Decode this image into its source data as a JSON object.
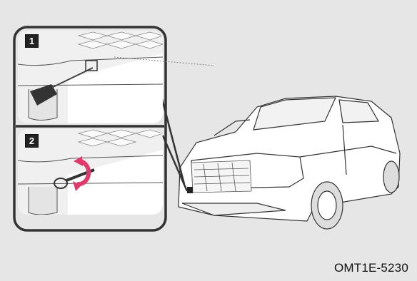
{
  "figure": {
    "steps": [
      {
        "number": "1",
        "icon": "screwdriver-pry-cover-icon"
      },
      {
        "number": "2",
        "icon": "tow-hook-rotate-icon"
      }
    ],
    "code": "OMT1E-5230",
    "colors": {
      "background": "#e6e6e6",
      "panel": "#ffffff",
      "outline": "#333333",
      "arrow": "#e03a6a",
      "badge": "#222222"
    }
  }
}
